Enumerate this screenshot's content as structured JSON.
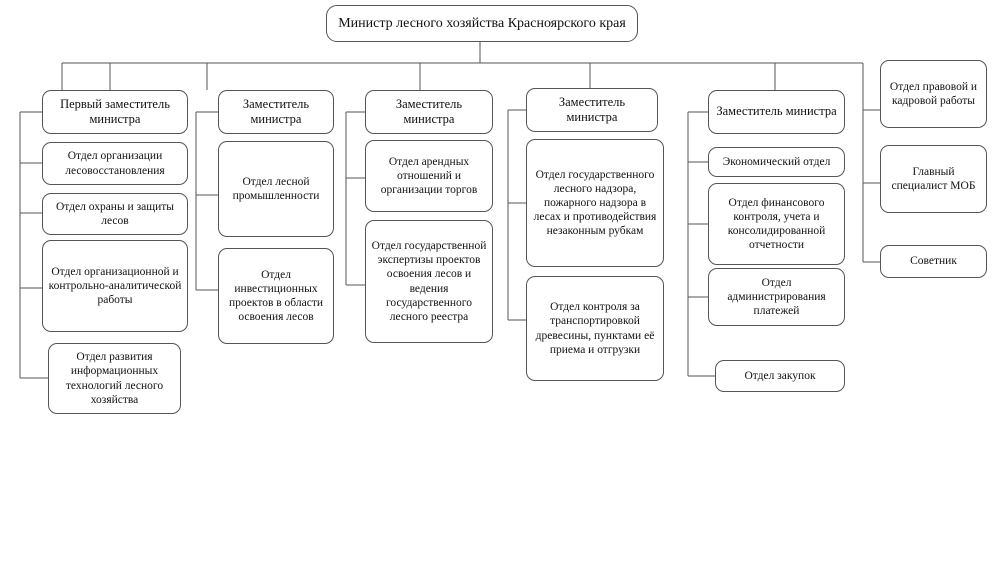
{
  "chart_data": {
    "type": "diagram",
    "title": "Министр лесного хозяйства Красноярского края",
    "diagram_kind": "organizational-hierarchy",
    "orientation": "top-down",
    "levels": 3
  },
  "root": {
    "label": "Министр лесного хозяйства Красноярского края"
  },
  "columns": [
    {
      "id": "col-1",
      "head": {
        "label": "Первый заместитель министра"
      },
      "units": [
        {
          "label": "Отдел организации лесовосстановления"
        },
        {
          "label": "Отдел охраны и защиты лесов"
        },
        {
          "label": "Отдел организационной и контрольно-аналитической работы"
        },
        {
          "label": "Отдел развития информационных технологий лесного хозяйства"
        }
      ]
    },
    {
      "id": "col-2",
      "head": {
        "label": "Заместитель министра"
      },
      "units": [
        {
          "label": "Отдел лесной промышленности"
        },
        {
          "label": "Отдел инвестиционных проектов в области освоения лесов"
        }
      ]
    },
    {
      "id": "col-3",
      "head": {
        "label": "Заместитель министра"
      },
      "units": [
        {
          "label": "Отдел арендных отношений и организации торгов"
        },
        {
          "label": "Отдел государственной экспертизы проектов освоения лесов и ведения государственного лесного реестра"
        }
      ]
    },
    {
      "id": "col-4",
      "head": {
        "label": "Заместитель министра"
      },
      "units": [
        {
          "label": "Отдел государственного лесного надзора, пожарного надзора в лесах и противодействия незаконным рубкам"
        },
        {
          "label": "Отдел контроля за транспортировкой древесины, пунктами её приема и отгрузки"
        }
      ]
    },
    {
      "id": "col-5",
      "head": {
        "label": "Заместитель министра"
      },
      "units": [
        {
          "label": "Экономический отдел"
        },
        {
          "label": "Отдел финансового контроля, учета и консолидированной отчетности"
        },
        {
          "label": "Отдел администрирования платежей"
        },
        {
          "label": "Отдел закупок"
        }
      ]
    },
    {
      "id": "col-6",
      "head": null,
      "units": [
        {
          "label": "Отдел правовой и кадровой работы"
        },
        {
          "label": "Главный специалист МОБ"
        },
        {
          "label": "Советник"
        }
      ]
    }
  ],
  "style": {
    "line_color": "#555555",
    "box_border_color": "#555555",
    "background_color": "#ffffff",
    "text_color": "#111111"
  }
}
